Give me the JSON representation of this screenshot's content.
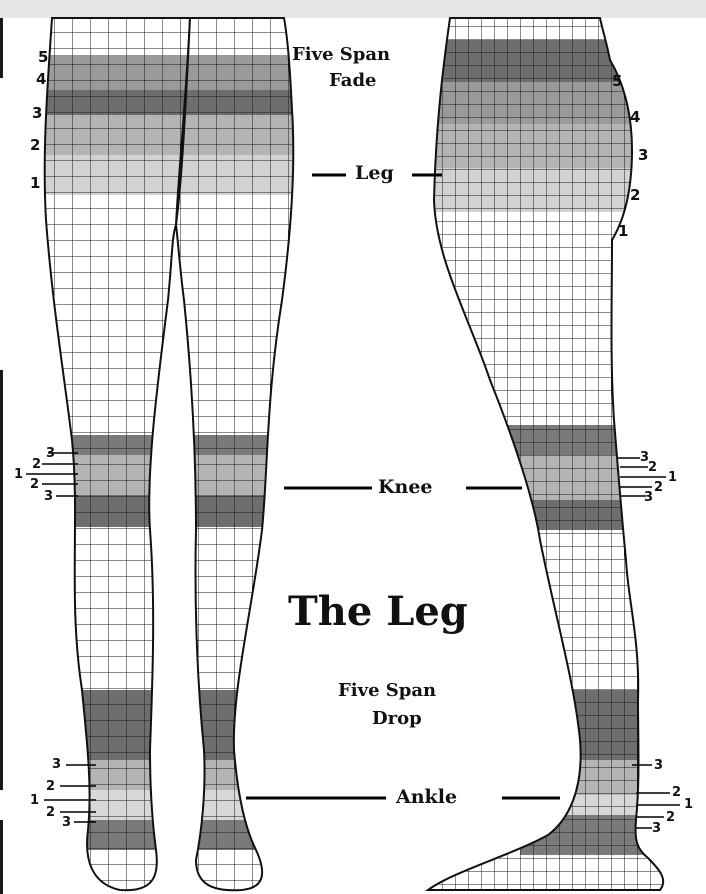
{
  "labels": {
    "fade_title": "Five Span",
    "fade_sub": "Fade",
    "leg": "Leg",
    "knee": "Knee",
    "main_title": "The Leg",
    "drop_title": "Five Span",
    "drop_sub": "Drop",
    "ankle": "Ankle"
  },
  "span_numbers": {
    "front_top": [
      "5",
      "4",
      "3",
      "2",
      "1"
    ],
    "side_top": [
      "5",
      "4",
      "3",
      "2",
      "1"
    ],
    "front_knee": [
      "3",
      "2",
      "1",
      "2",
      "3"
    ],
    "side_knee": [
      "3",
      "2",
      "1",
      "2",
      "3"
    ],
    "front_ankle": [
      "3",
      "2",
      "1",
      "2",
      "3"
    ],
    "side_ankle": [
      "3",
      "2",
      "1",
      "2",
      "3"
    ]
  },
  "colors": {
    "dark_band": "#6e6e6e",
    "mid_band": "#9a9a9a",
    "light_band": "#c4c4c4",
    "lighter_band": "#dadada",
    "mesh_line": "#1a1a1a",
    "background": "#ffffff"
  }
}
